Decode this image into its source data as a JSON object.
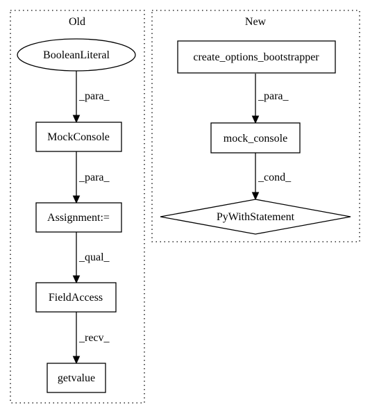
{
  "clusters": {
    "old": {
      "label": "Old"
    },
    "new": {
      "label": "New"
    }
  },
  "nodes": {
    "boolean_literal": {
      "label": "BooleanLiteral",
      "shape": "ellipse"
    },
    "mock_console_old": {
      "label": "MockConsole",
      "shape": "box"
    },
    "assignment": {
      "label": "Assignment:=",
      "shape": "box"
    },
    "field_access": {
      "label": "FieldAccess",
      "shape": "box"
    },
    "getvalue": {
      "label": "getvalue",
      "shape": "box"
    },
    "create_options_bootstrapper": {
      "label": "create_options_bootstrapper",
      "shape": "box"
    },
    "mock_console_new": {
      "label": "mock_console",
      "shape": "box"
    },
    "py_with_statement": {
      "label": "PyWithStatement",
      "shape": "diamond"
    }
  },
  "edges": {
    "bool_to_mock": {
      "label": "_para_"
    },
    "mock_to_assign": {
      "label": "_para_"
    },
    "assign_to_field": {
      "label": "_qual_"
    },
    "field_to_getvalue": {
      "label": "_recv_"
    },
    "create_to_mock": {
      "label": "_para_"
    },
    "mock_to_with": {
      "label": "_cond_"
    }
  }
}
